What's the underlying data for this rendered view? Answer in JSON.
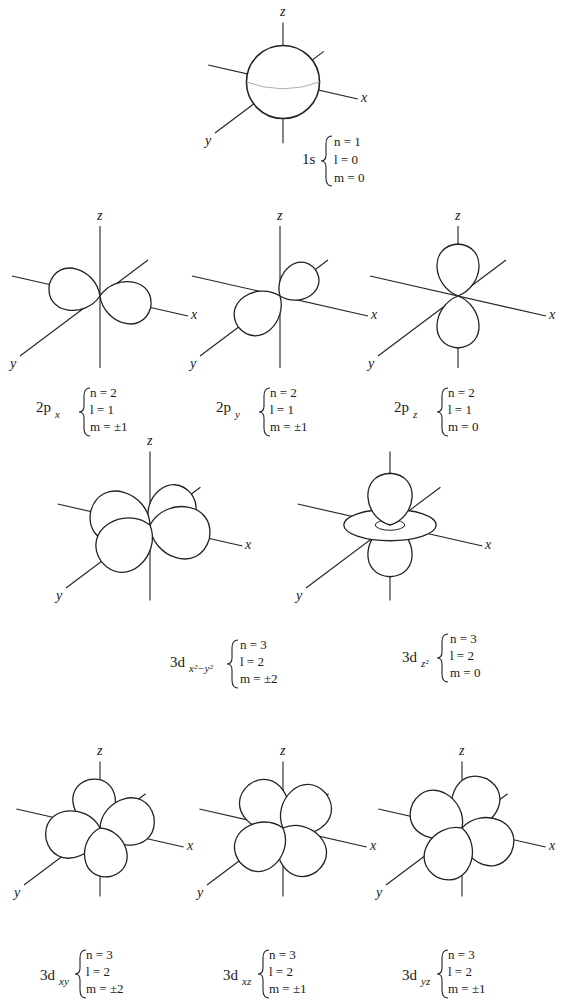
{
  "diagram": {
    "labels": [
      "z",
      "x",
      "y",
      "1s",
      "n = 1",
      "l = 0",
      "m = 0",
      "z",
      "x",
      "y",
      "2p",
      "x",
      "n = 2",
      "l = 1",
      "m = ±1",
      "z",
      "x",
      "y",
      "2p",
      "y",
      "n = 2",
      "l = 1",
      "m = ±1",
      "z",
      "x",
      "y",
      "2p",
      "z",
      "n = 2",
      "l = 1",
      "m = 0",
      "z",
      "x",
      "y",
      "3d",
      "x²−y²",
      "n = 3",
      "l = 2",
      "m = ±2",
      "x",
      "y",
      "3d",
      "z²",
      "n = 3",
      "l = 2",
      "m = 0",
      "z",
      "x",
      "y",
      "3d",
      "xy",
      "n = 3",
      "l = 2",
      "m = ±2",
      "z",
      "x",
      "y",
      "3d",
      "xz",
      "n = 3",
      "l = 2",
      "m = ±1",
      "z",
      "x",
      "y",
      "3d",
      "yz",
      "n = 3",
      "l = 2",
      "m = ±1"
    ]
  }
}
